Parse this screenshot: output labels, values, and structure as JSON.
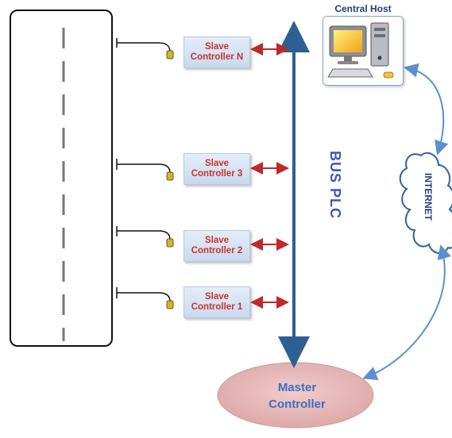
{
  "central_host": {
    "title": "Central Host"
  },
  "bus": {
    "label": "BUS PLC"
  },
  "cloud": {
    "label": "INTERNET"
  },
  "master": {
    "line1": "Master",
    "line2": "Controller"
  },
  "slaves": [
    {
      "line1": "Slave",
      "line2": "Controller N"
    },
    {
      "line1": "Slave",
      "line2": "Controller 3"
    },
    {
      "line1": "Slave",
      "line2": "Controller 2"
    },
    {
      "line1": "Slave",
      "line2": "Controller 1"
    }
  ],
  "colors": {
    "bus": "#2e5f93",
    "link_arrow": "#c0282a",
    "internet_link": "#5b8fd0",
    "slave_text": "#c8342c",
    "master_fill": "#e9b7b7",
    "master_text": "#3b6fc2",
    "bus_label": "#3a57b8",
    "sensor": "#d8b520"
  }
}
